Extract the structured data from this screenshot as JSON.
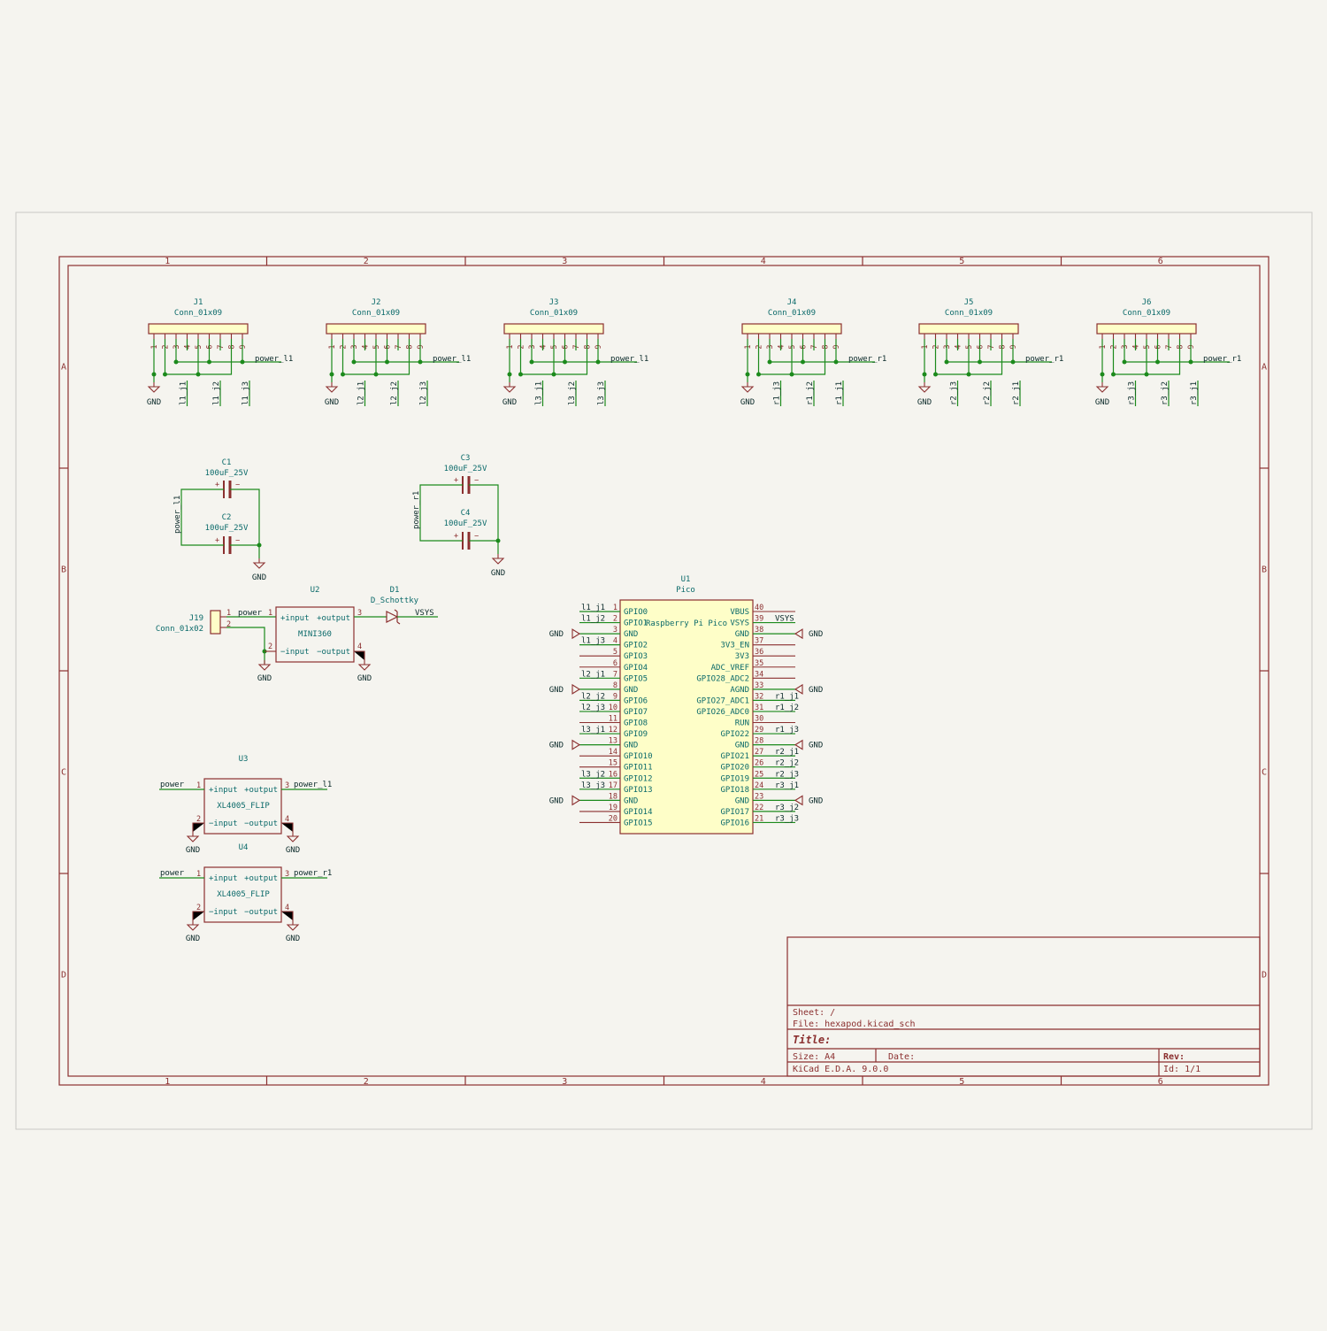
{
  "border": {
    "cols": [
      "1",
      "2",
      "3",
      "4",
      "5",
      "6"
    ],
    "rows": [
      "A",
      "B",
      "C",
      "D"
    ]
  },
  "connectors": [
    {
      "ref": "J1",
      "value": "Conn_01x09",
      "pins": [
        "1",
        "2",
        "3",
        "4",
        "5",
        "6",
        "7",
        "8",
        "9"
      ],
      "power": "power_l1",
      "gnd": "GND",
      "nets": [
        "l1_j1",
        "l1_j2",
        "l1_j3"
      ]
    },
    {
      "ref": "J2",
      "value": "Conn_01x09",
      "pins": [
        "1",
        "2",
        "3",
        "4",
        "5",
        "6",
        "7",
        "8",
        "9"
      ],
      "power": "power_l1",
      "gnd": "GND",
      "nets": [
        "l2_j1",
        "l2_j2",
        "l2_j3"
      ]
    },
    {
      "ref": "J3",
      "value": "Conn_01x09",
      "pins": [
        "1",
        "2",
        "3",
        "4",
        "5",
        "6",
        "7",
        "8",
        "9"
      ],
      "power": "power_l1",
      "gnd": "GND",
      "nets": [
        "l3_j1",
        "l3_j2",
        "l3_j3"
      ]
    },
    {
      "ref": "J4",
      "value": "Conn_01x09",
      "pins": [
        "1",
        "2",
        "3",
        "4",
        "5",
        "6",
        "7",
        "8",
        "9"
      ],
      "power": "power_r1",
      "gnd": "GND",
      "nets": [
        "r1_j3",
        "r1_j2",
        "r1_j1"
      ]
    },
    {
      "ref": "J5",
      "value": "Conn_01x09",
      "pins": [
        "1",
        "2",
        "3",
        "4",
        "5",
        "6",
        "7",
        "8",
        "9"
      ],
      "power": "power_r1",
      "gnd": "GND",
      "nets": [
        "r2_j3",
        "r2_j2",
        "r2_j1"
      ]
    },
    {
      "ref": "J6",
      "value": "Conn_01x09",
      "pins": [
        "1",
        "2",
        "3",
        "4",
        "5",
        "6",
        "7",
        "8",
        "9"
      ],
      "power": "power_r1",
      "gnd": "GND",
      "nets": [
        "r3_j3",
        "r3_j2",
        "r3_j1"
      ]
    }
  ],
  "caps_left": {
    "c1_ref": "C1",
    "c1_val": "100uF_25V",
    "c2_ref": "C2",
    "c2_val": "100uF_25V",
    "net": "power_l1",
    "gnd": "GND",
    "plus": "+",
    "minus": "−"
  },
  "caps_right": {
    "c1_ref": "C3",
    "c1_val": "100uF_25V",
    "c2_ref": "C4",
    "c2_val": "100uF_25V",
    "net": "power_r1",
    "gnd": "GND",
    "plus": "+",
    "minus": "−"
  },
  "j19": {
    "ref": "J19",
    "value": "Conn_01x02",
    "pin1": "1",
    "pin2": "2",
    "net": "power"
  },
  "u2": {
    "ref": "U2",
    "value": "MINI360",
    "in_plus": "+input",
    "out_plus": "+output",
    "in_minus": "−input",
    "out_minus": "−output",
    "p1": "1",
    "p2": "2",
    "p3": "3",
    "p4": "4",
    "gnd_in": "GND",
    "gnd_out": "GND"
  },
  "d1": {
    "ref": "D1",
    "value": "D_Schottky",
    "net": "VSYS"
  },
  "u3": {
    "ref": "U3",
    "value": "XL4005_FLIP",
    "in_plus": "+input",
    "out_plus": "+output",
    "in_minus": "−input",
    "out_minus": "−output",
    "p1": "1",
    "p2": "2",
    "p3": "3",
    "p4": "4",
    "in_net": "power",
    "out_net": "power_l1",
    "gnd_in": "GND",
    "gnd_out": "GND"
  },
  "u4": {
    "ref": "U4",
    "value": "XL4005_FLIP",
    "in_plus": "+input",
    "out_plus": "+output",
    "in_minus": "−input",
    "out_minus": "−output",
    "p1": "1",
    "p2": "2",
    "p3": "3",
    "p4": "4",
    "in_net": "power",
    "out_net": "power_r1",
    "gnd_in": "GND",
    "gnd_out": "GND"
  },
  "u1": {
    "ref": "U1",
    "value": "Pico",
    "title": "Raspberry Pi Pico",
    "left": [
      {
        "num": "1",
        "name": "GPIO0",
        "net": "l1_j1"
      },
      {
        "num": "2",
        "name": "GPIO1",
        "net": "l1_j2"
      },
      {
        "num": "3",
        "name": "GND",
        "net": "GND"
      },
      {
        "num": "4",
        "name": "GPIO2",
        "net": "l1_j3"
      },
      {
        "num": "5",
        "name": "GPIO3",
        "net": ""
      },
      {
        "num": "6",
        "name": "GPIO4",
        "net": ""
      },
      {
        "num": "7",
        "name": "GPIO5",
        "net": "l2_j1"
      },
      {
        "num": "8",
        "name": "GND",
        "net": "GND"
      },
      {
        "num": "9",
        "name": "GPIO6",
        "net": "l2_j2"
      },
      {
        "num": "10",
        "name": "GPIO7",
        "net": "l2_j3"
      },
      {
        "num": "11",
        "name": "GPIO8",
        "net": ""
      },
      {
        "num": "12",
        "name": "GPIO9",
        "net": "l3_j1"
      },
      {
        "num": "13",
        "name": "GND",
        "net": "GND"
      },
      {
        "num": "14",
        "name": "GPIO10",
        "net": ""
      },
      {
        "num": "15",
        "name": "GPIO11",
        "net": ""
      },
      {
        "num": "16",
        "name": "GPIO12",
        "net": "l3_j2"
      },
      {
        "num": "17",
        "name": "GPIO13",
        "net": "l3_j3"
      },
      {
        "num": "18",
        "name": "GND",
        "net": "GND"
      },
      {
        "num": "19",
        "name": "GPIO14",
        "net": ""
      },
      {
        "num": "20",
        "name": "GPIO15",
        "net": ""
      }
    ],
    "right": [
      {
        "num": "40",
        "name": "VBUS",
        "net": ""
      },
      {
        "num": "39",
        "name": "VSYS",
        "net": "VSYS"
      },
      {
        "num": "38",
        "name": "GND",
        "net": "GND"
      },
      {
        "num": "37",
        "name": "3V3_EN",
        "net": ""
      },
      {
        "num": "36",
        "name": "3V3",
        "net": ""
      },
      {
        "num": "35",
        "name": "ADC_VREF",
        "net": ""
      },
      {
        "num": "34",
        "name": "GPIO28_ADC2",
        "net": ""
      },
      {
        "num": "33",
        "name": "AGND",
        "net": "GND"
      },
      {
        "num": "32",
        "name": "GPIO27_ADC1",
        "net": "r1_j1"
      },
      {
        "num": "31",
        "name": "GPIO26_ADC0",
        "net": "r1_j2"
      },
      {
        "num": "30",
        "name": "RUN",
        "net": ""
      },
      {
        "num": "29",
        "name": "GPIO22",
        "net": "r1_j3"
      },
      {
        "num": "28",
        "name": "GND",
        "net": "GND"
      },
      {
        "num": "27",
        "name": "GPIO21",
        "net": "r2_j1"
      },
      {
        "num": "26",
        "name": "GPIO20",
        "net": "r2_j2"
      },
      {
        "num": "25",
        "name": "GPIO19",
        "net": "r2_j3"
      },
      {
        "num": "24",
        "name": "GPIO18",
        "net": "r3_j1"
      },
      {
        "num": "23",
        "name": "GND",
        "net": "GND"
      },
      {
        "num": "22",
        "name": "GPIO17",
        "net": "r3_j2"
      },
      {
        "num": "21",
        "name": "GPIO16",
        "net": "r3_j3"
      }
    ]
  },
  "title_block": {
    "sheet": "Sheet: /",
    "file": "File: hexapod.kicad_sch",
    "title": "Title:",
    "size": "Size: A4",
    "date": "Date:",
    "rev": "Rev:",
    "tool": "KiCad E.D.A. 9.0.0",
    "id": "Id: 1/1"
  }
}
